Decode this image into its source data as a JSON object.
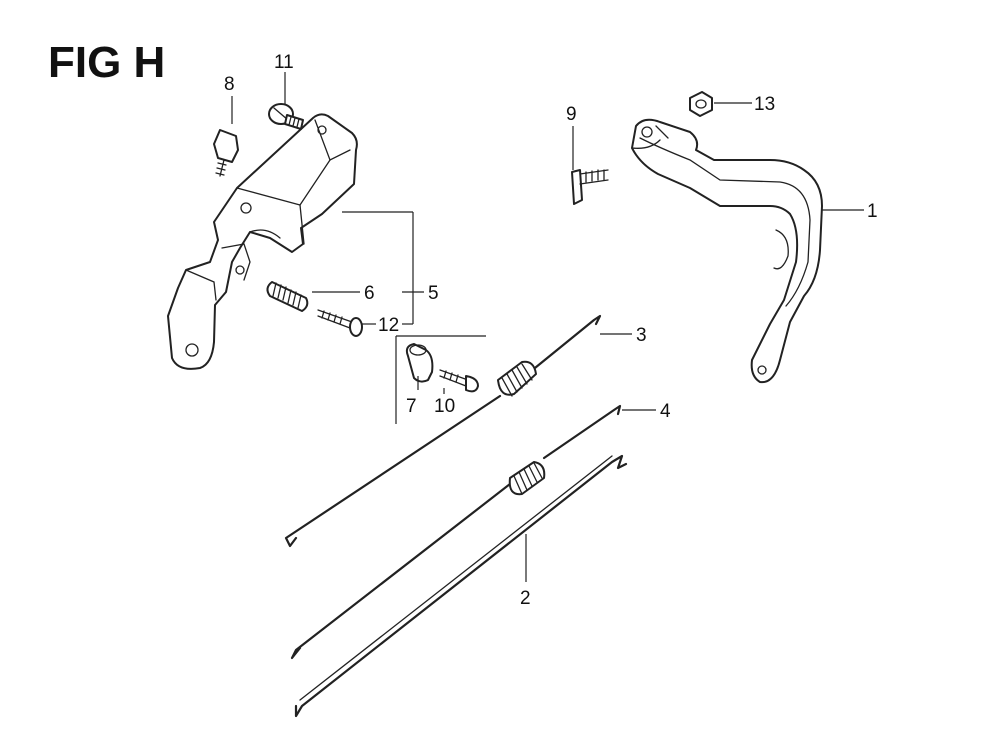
{
  "figure": {
    "title": "FIG H"
  },
  "callouts": [
    {
      "id": "1",
      "label": "1"
    },
    {
      "id": "2",
      "label": "2"
    },
    {
      "id": "3",
      "label": "3"
    },
    {
      "id": "4",
      "label": "4"
    },
    {
      "id": "5",
      "label": "5"
    },
    {
      "id": "6",
      "label": "6"
    },
    {
      "id": "7",
      "label": "7"
    },
    {
      "id": "8",
      "label": "8"
    },
    {
      "id": "9",
      "label": "9"
    },
    {
      "id": "10",
      "label": "10"
    },
    {
      "id": "11",
      "label": "11"
    },
    {
      "id": "12",
      "label": "12"
    },
    {
      "id": "13",
      "label": "13"
    }
  ]
}
